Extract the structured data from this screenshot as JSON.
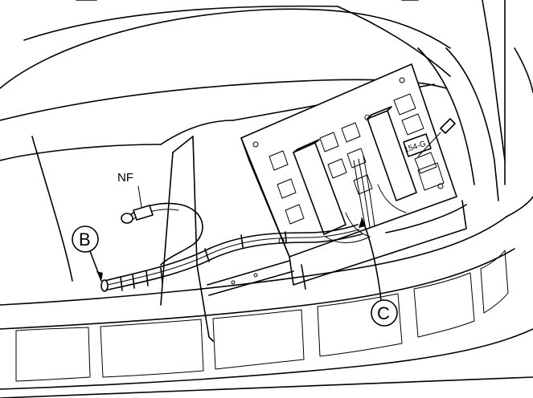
{
  "labels": {
    "nf": "NF",
    "b": "B",
    "c_callout": "C",
    "c_small": "C",
    "part_code": "154-G"
  },
  "colors": {
    "line": "#000000",
    "background": "#ffffff"
  }
}
